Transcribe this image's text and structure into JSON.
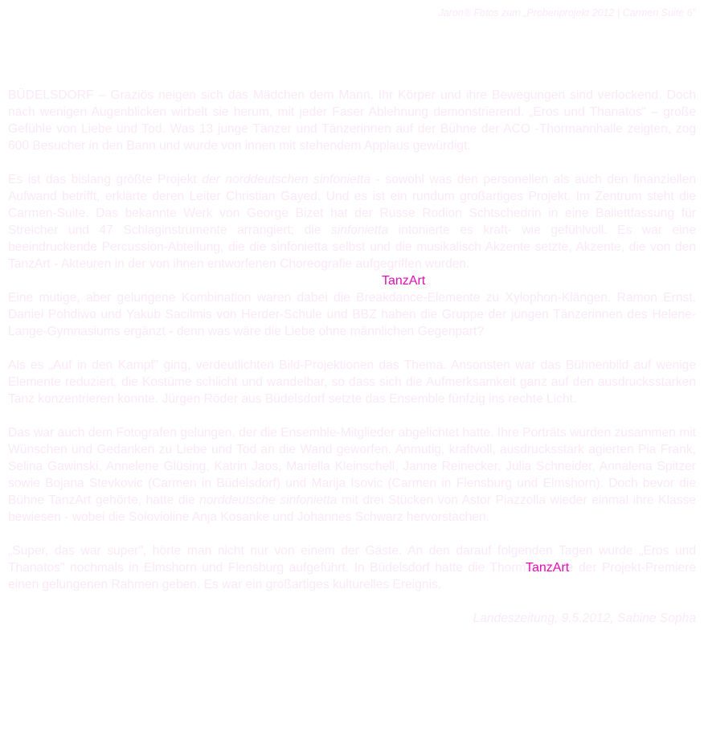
{
  "header": {
    "caption": "Jaron® Fotos zum „Probenprojekt 2012 | Carmen Suite 6\""
  },
  "overlays": {
    "label_1": "TanzArt",
    "label_2": "TanzArt"
  },
  "article": {
    "p1_place": "BÜDELSDORF",
    "p1": " – Graziös neigen sich das Mädchen dem Mann. Ihr Körper und ihre Bewegungen sind verlockend. Doch nach wenigen Augenblicken wirbelt sie herum, mit jeder Faser Ablehnung demonstrierend. „Eros und Thanatos\" – große Gefühle von Liebe und Tod. Was 13 junge Tänzer und Tänzerinnen auf der Bühne der ACO -Thormannhalle zeigten, zog 600 Besucher in den Bann und wurde von innen mit stehendem Applaus gewürdigt.",
    "p2_a": "Es ist das bislang größte Projekt ",
    "p2_em1": "der norddeutschen sinfonietta",
    "p2_b": " - sowohl was den personellen als auch den finanziellen Aufwand betrifft, erklärte deren Leiter Christian Gayed. Und es ist ein rundum großartiges Projekt. Im Zentrum steht die Carmen-Suite. Das bekannte Werk von George Bizet hat der Russe Rodion Schtschedrin in eine Ballettfassung für Streicher und 47 Schlaginstrumente arrangiert; die ",
    "p2_em2": "sinfonietta",
    "p2_c": " intonierte es kraft- wie gefühlvoll. Es war eine beeindruckende Percussion-Abteilung, die die sinfonietta selbst und die musikalisch Akzente setzte, Akzente, die von den TanzArt - Akteuren in der von ihnen entworfenen Choreografie aufgegriffen wurden.",
    "p3": "Eine mutige, aber gelungene Kombination waren dabei die Breakdance-Elemente zu Xylophon-Klängen. Ramon Ernst, Daniel Pohdiwo und Yakub Sacilmis von Herder-Schule und BBZ haben die Gruppe der jungen Tänzerinnen des Helene-Lange-Gymnasiums ergänzt - denn was wäre die Liebe ohne männlichen Gegenpart?",
    "p4": "Als es „Auf in den Kampf\" ging, verdeutlichten Bild-Projektionen das Thema. Ansonsten war das Bühnenbild auf wenige Elemente reduziert, die Kostüme schlicht und wandelbar, so dass sich die Aufmerksamkeit ganz auf den ausdrucksstarken Tanz konzentrieren konnte. Jürgen Röder aus Büdelsdorf setzte das Ensemble fünfzig ins rechte Licht.",
    "p5_a": "Das war auch dem Fotografen gelungen, der die Ensemble-Mitglieder abgelichtet hatte. Ihre Porträts wurden zusammen mit Wünschen und Gedanken zu Liebe und Tod an die Wand geworfen. Anmutig, kraftvoll, ausdrucksstark agierten Pia Frank, Selina Gawinski, Annelene Glüsing, Katrin Jaos, Mariella Kleinschell, Janne Reinecker, Julia Schneider, Annalena Spitzer sowie Bojana Stevkovic (Carmen in Büdelsdorf) und Marija Isovic (Carmen in Flensburg und Elmshorn). Doch bevor die Bühne TanzArt gehörte, hatte die ",
    "p5_em": "norddeutsche sinfonietta",
    "p5_b": " mit drei Stücken von Astor Piazzolla wieder einmal ihre Klasse bewiesen - wobei die Solovioline Anja Kosanke und Johannes Schwarz hervorstachen.",
    "p6": "„Super, das war super\", hörte man nicht nur von einem der Gäste. An den darauf folgenden Tagen wurde „Eros und Thanatos\" nochmals in Elmshorn und Flensburg aufgeführt. In Büdelsdorf hatte die Thormannhalle der Projekt-Premiere einen gelungenen Rahmen geben. Es war ein großartiges kulturelles Ereignis.",
    "signature": "Landeszeitung, 9.5.2012, Sabine Sopha"
  }
}
